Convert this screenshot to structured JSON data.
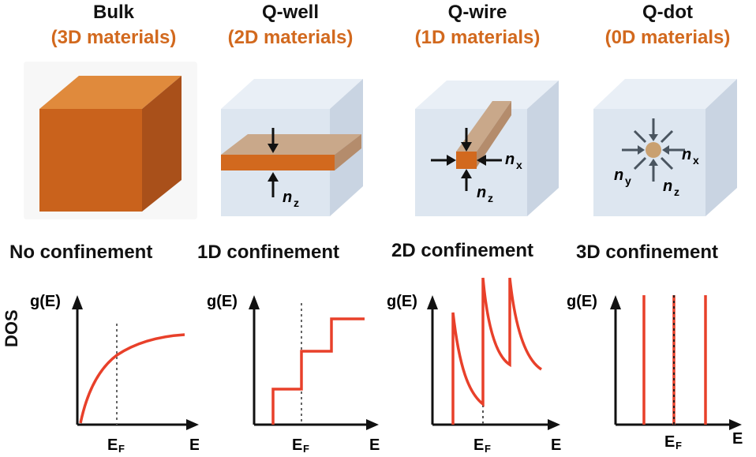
{
  "columns": [
    {
      "title": "Bulk",
      "subtitle": "(3D materials)",
      "confinement": "No confinement"
    },
    {
      "title": "Q-well",
      "subtitle": "(2D materials)",
      "confinement": "1D confinement"
    },
    {
      "title": "Q-wire",
      "subtitle": "(1D materials)",
      "confinement": "2D confinement"
    },
    {
      "title": "Q-dot",
      "subtitle": "(0D materials)",
      "confinement": "3D confinement"
    }
  ],
  "dos_label": "DOS",
  "axis": {
    "y": "g(E)",
    "x": "E",
    "fermi": "E",
    "fermi_sub": "F"
  },
  "cube_labels": {
    "nz": "n",
    "nz_sub": "z",
    "nx": "n",
    "nx_sub": "x",
    "ny": "n",
    "ny_sub": "y"
  },
  "colors": {
    "accent": "#d2691e",
    "cube_face": "#dde6f0",
    "curve": "#e8402a",
    "bulk": "#c9621c"
  }
}
